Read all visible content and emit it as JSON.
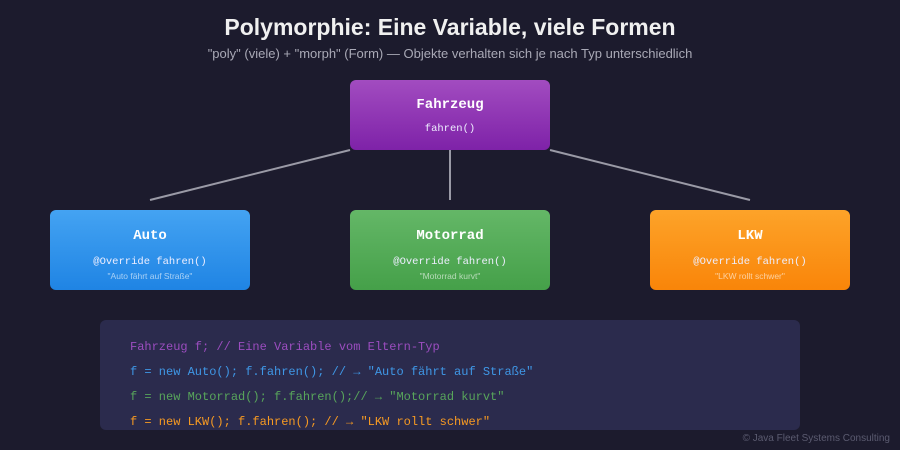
{
  "title": "Polymorphie: Eine Variable, viele Formen",
  "subtitle": "\"poly\" (viele) + \"morph\" (Form) — Objekte verhalten sich je nach Typ unterschiedlich",
  "root": {
    "name": "Fahrzeug",
    "method": "fahren()"
  },
  "children": [
    {
      "name": "Auto",
      "method": "@Override fahren()",
      "output": "\"Auto fährt auf Straße\""
    },
    {
      "name": "Motorrad",
      "method": "@Override fahren()",
      "output": "\"Motorrad kurvt\""
    },
    {
      "name": "LKW",
      "method": "@Override fahren()",
      "output": "\"LKW rollt schwer\""
    }
  ],
  "code": [
    {
      "text": "Fahrzeug f; // Eine Variable vom Eltern-Typ",
      "color": "#9b4dbf"
    },
    {
      "text": "f = new Auto(); f.fahren(); // → \"Auto fährt auf Straße\"",
      "color": "#3f97e6"
    },
    {
      "text": "f = new Motorrad(); f.fahren();// → \"Motorrad kurvt\"",
      "color": "#58a55b"
    },
    {
      "text": "f = new LKW(); f.fahren(); // → \"LKW rollt schwer\"",
      "color": "#f79a22"
    }
  ],
  "footer": "© Java Fleet Systems Consulting"
}
